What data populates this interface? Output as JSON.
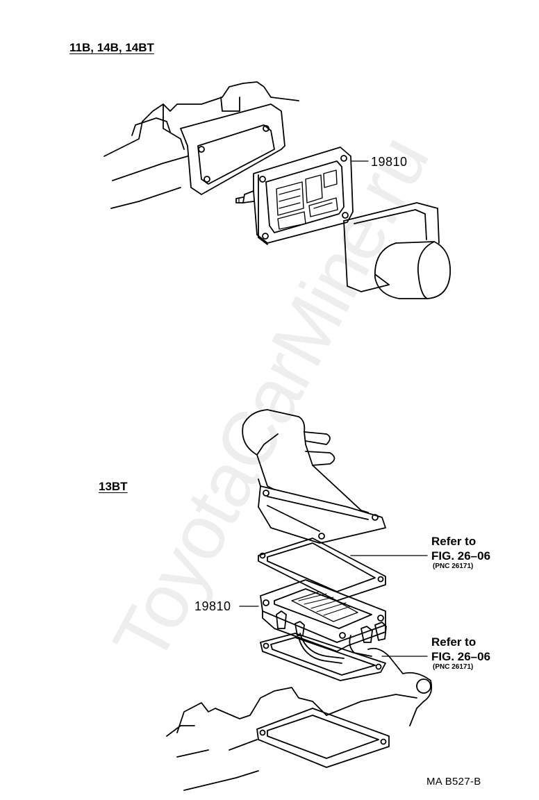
{
  "watermark": "ToyotaCarMine.ru",
  "sections": [
    {
      "label": "11B, 14B, 14BT"
    },
    {
      "label": "13BT"
    }
  ],
  "callouts": {
    "part_top": "19810",
    "part_bottom": "19810",
    "ref1_line1": "Refer to",
    "ref1_line2": "FIG. 26–06",
    "ref1_pnc": "(PNC 26171)",
    "ref2_line1": "Refer to",
    "ref2_line2": "FIG. 26–06",
    "ref2_pnc": "(PNC 26171)"
  },
  "figure_code": "MA B527-B"
}
